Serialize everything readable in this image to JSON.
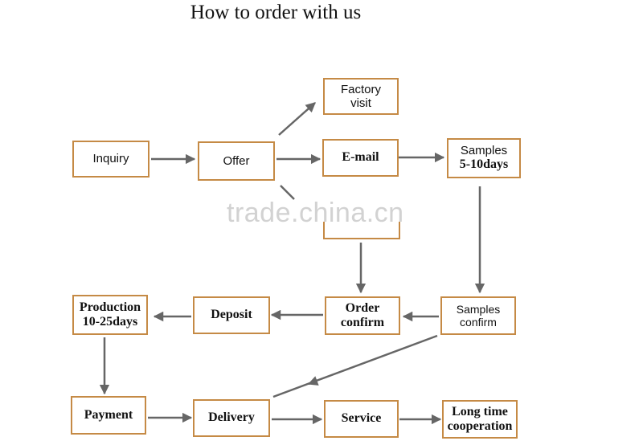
{
  "title": "How to order with us",
  "watermark": "trade.china.cn",
  "colors": {
    "box_border": "#c58a45",
    "arrow": "#666666"
  },
  "nodes": {
    "inquiry": "Inquiry",
    "offer": "Offer",
    "factory_visit": [
      "Factory",
      "visit"
    ],
    "email": "E-mail",
    "samples": [
      "Samples",
      "5-10days"
    ],
    "samples_confirm": [
      "Samples",
      "confirm"
    ],
    "order_confirm": [
      "Order",
      "confirm"
    ],
    "deposit": "Deposit",
    "production": [
      "Production",
      "10-25days"
    ],
    "payment": "Payment",
    "delivery": "Delivery",
    "service": "Service",
    "long_time": [
      "Long time",
      "cooperation"
    ]
  }
}
